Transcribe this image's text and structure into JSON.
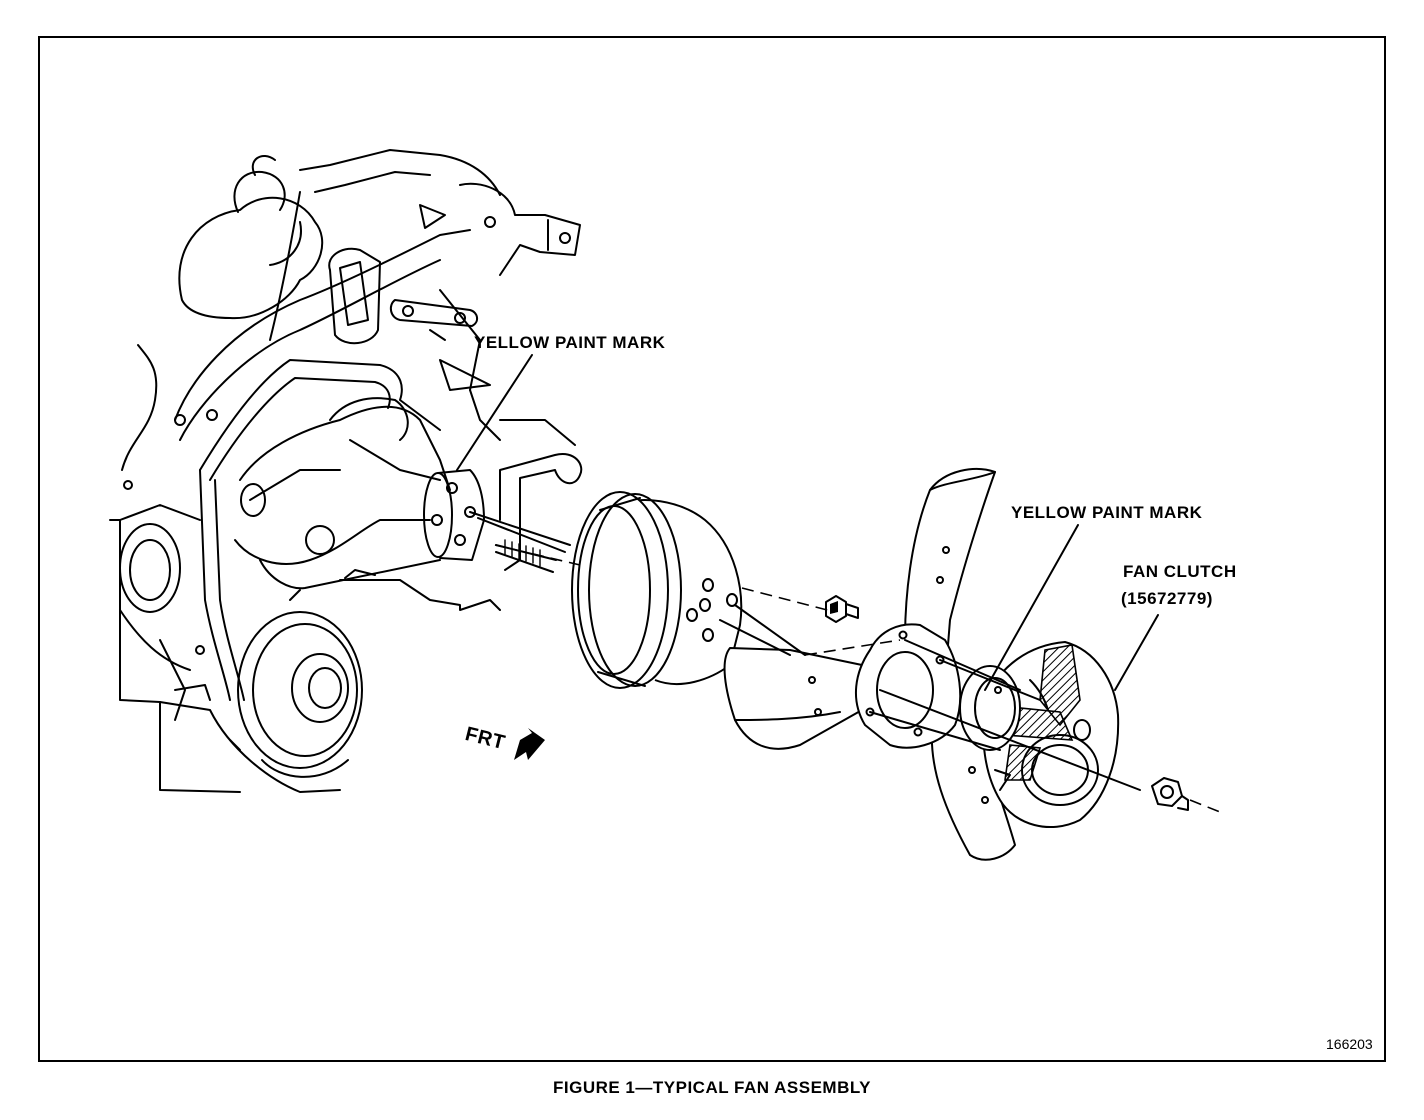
{
  "labels": {
    "yellow_paint_mark_upper": "YELLOW PAINT MARK",
    "yellow_paint_mark_lower": "YELLOW PAINT MARK",
    "fan_clutch": "FAN CLUTCH",
    "fan_clutch_part_number": "(15672779)",
    "front_direction": "FRT",
    "figure_number": "166203"
  },
  "caption": "FIGURE 1—TYPICAL FAN ASSEMBLY"
}
